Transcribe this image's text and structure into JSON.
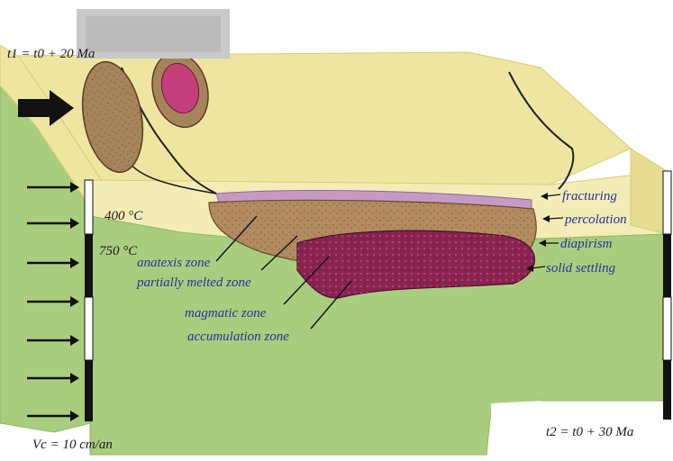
{
  "labels": {
    "t1": "t1 = t0 + 20 Ma",
    "t2": "t2 = t0 + 30 Ma",
    "velocity": "Vc = 10 cm/an",
    "iso400": "400 °C",
    "iso750": "750 °C",
    "fracturing": "fracturing",
    "percolation": "percolation",
    "diapirism": "diapirism",
    "solid_settling": "solid settling",
    "anatexis_zone": "anatexis zone",
    "partially_melted_zone": "partially melted zone",
    "magmatic_zone": "magmatic zone",
    "accumulation_zone": "accumulation zone"
  },
  "colors": {
    "crust": "#eee5a0",
    "crust_edge": "#d8cc6c",
    "mantle": "#a9cd7e",
    "mantle_edge": "#8fb760",
    "partial_melt": "#b38b60",
    "magma": "#8a2352",
    "magma_core": "#c43f7b",
    "sill": "#c79ac4",
    "ink": "#2a2f9a"
  },
  "icons": {
    "push_arrow": "thick-left-arrow",
    "convergence_arrows": "right-arrow"
  }
}
